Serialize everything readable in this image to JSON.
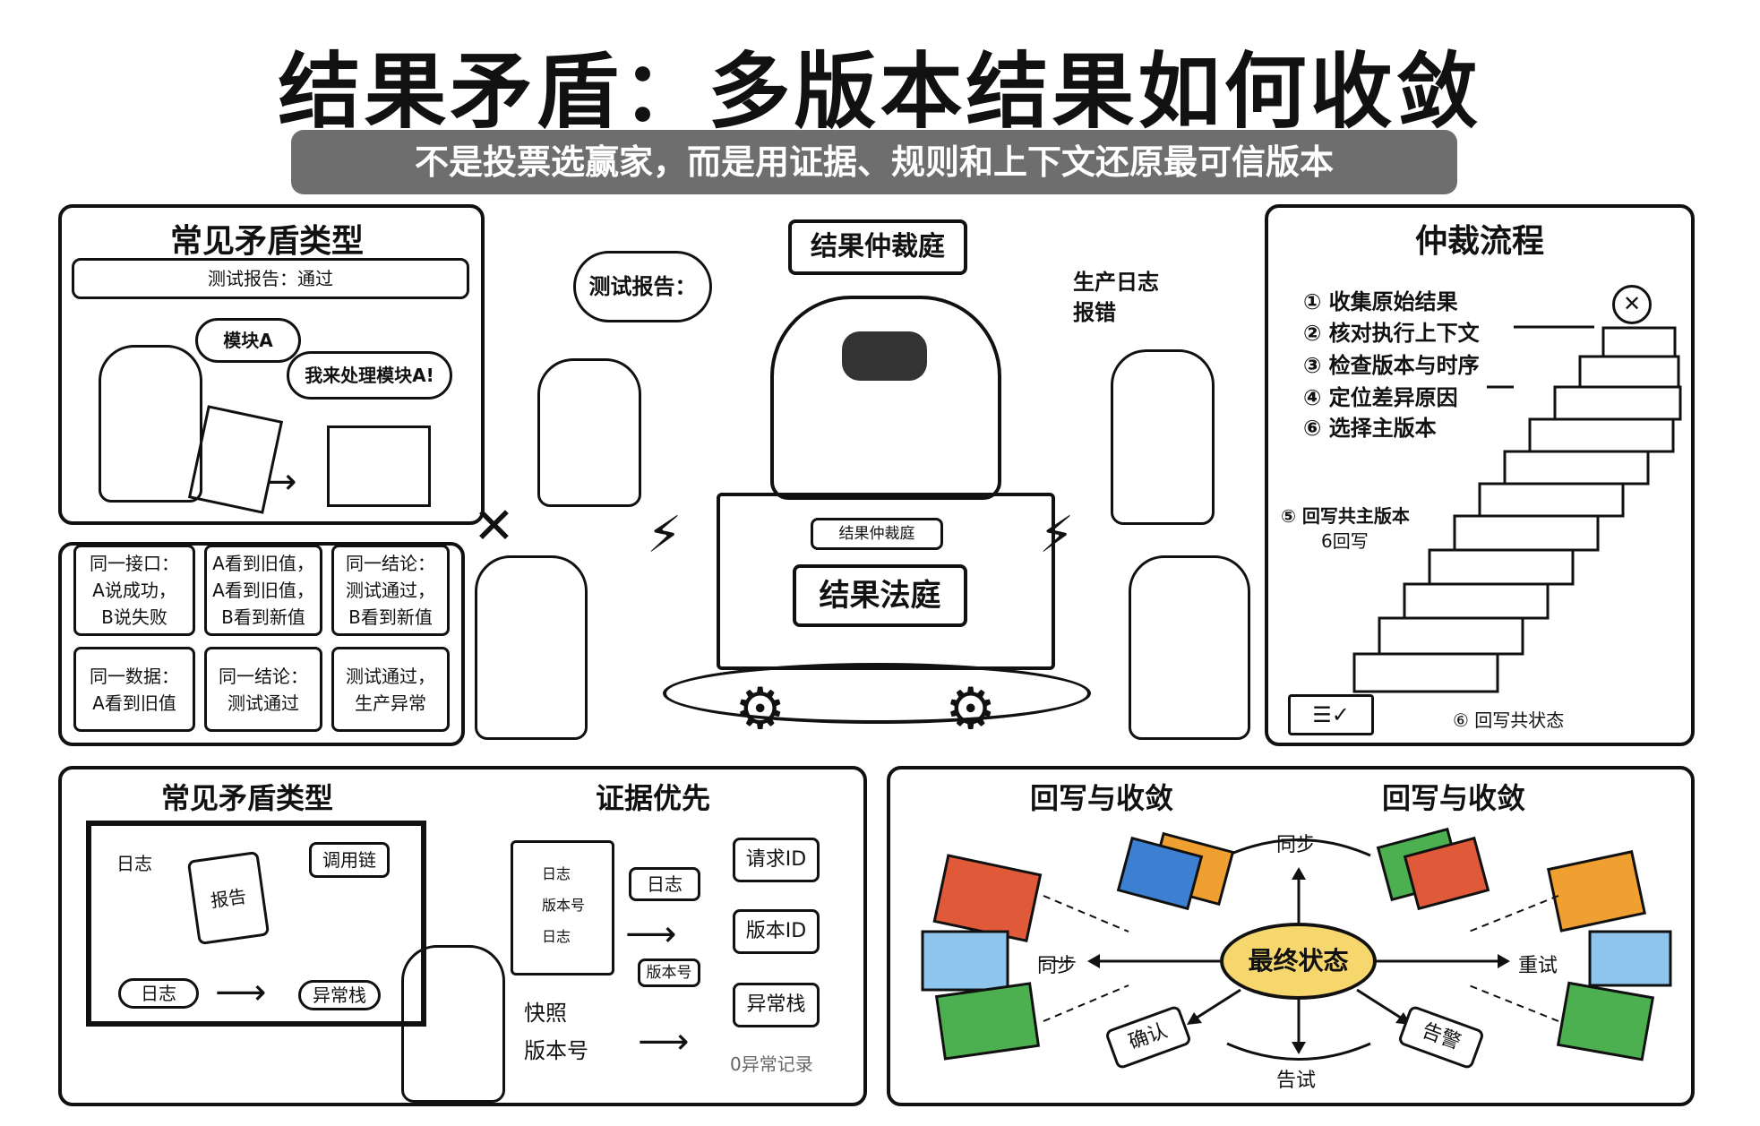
{
  "title": "结果矛盾：多版本结果如何收敛",
  "subtitle": "不是投票选赢家，而是用证据、规则和上下文还原最可信版本",
  "left_panel": {
    "title": "常见矛盾类型",
    "report_bar": "测试报告：通过",
    "bubble_a": "模块A",
    "bubble_b": "我来处理模块A!",
    "cards": [
      "同一接口：\nA说成功，\nB说失败",
      "A看到旧值，\nA看到旧值，\nB看到新值",
      "同一结论：\n测试通过，\nB看到新值",
      "同一数据：\nA看到旧值",
      "同一结论：\n测试通过",
      "测试通过，\n生产异常"
    ]
  },
  "center": {
    "court_sign": "结果仲裁庭",
    "bubble_report": "测试报告：",
    "prod_log": "生产日志\n报错",
    "podium_plate": "结果法庭",
    "podium_small": "结果仲裁庭"
  },
  "right_panel": {
    "title": "仲裁流程",
    "steps": [
      "① 收集原始结果",
      "② 核对执行上下文",
      "③ 检查版本与时序",
      "④ 定位差异原因",
      "⑥ 选择主版本"
    ],
    "step5": "⑤ 回写共主版本",
    "step5b": "6回写",
    "step6": "⑥ 回写共状态"
  },
  "bottom_left": {
    "title": "常见矛盾类型",
    "evidence_title": "证据优先",
    "board_label": "日志",
    "board_note": "报告",
    "board_tag": "调用链",
    "board_bottom_left": "日志",
    "board_bottom_right": "异常栈",
    "clipboard_lines": [
      "日志",
      "版本号",
      "日志"
    ],
    "mid_log": "日志",
    "mid_version": "版本号",
    "snapshot": "快照\n版本号",
    "right_boxes": [
      "请求ID",
      "版本ID",
      "异常栈"
    ],
    "bottom_note": "0异常记录"
  },
  "bottom_right": {
    "title_left": "回写与收敛",
    "title_right": "回写与收敛",
    "center": "最终状态",
    "top": "同步",
    "left": "同步",
    "right": "重试",
    "bottom": "告试",
    "confirm": "确认",
    "alert": "告警"
  },
  "colors": {
    "subtitle_bg": "#6e6e6e",
    "center_oval": "#f5d76e",
    "red": "#e05a3a",
    "blue": "#3d7fd0",
    "orange": "#f0a030",
    "green": "#4caf50",
    "light_blue": "#8ec5ec"
  }
}
